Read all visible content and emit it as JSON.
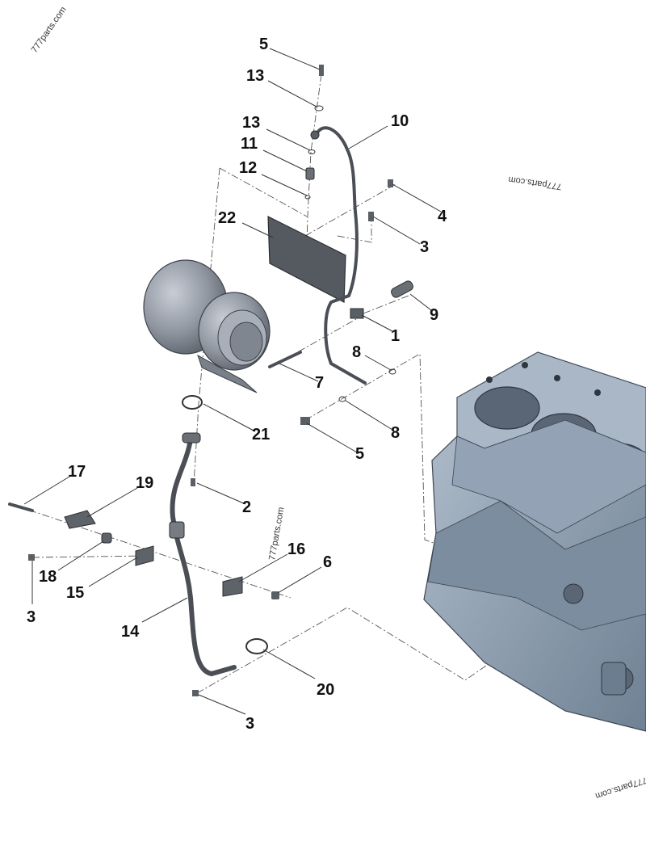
{
  "watermark": "777parts.com",
  "colors": {
    "part_gray": "#8f96a0",
    "part_dark": "#4f545a",
    "block_blue": "#8e9fb2",
    "line": "#333333"
  },
  "callouts": {
    "c5a": "5",
    "c13a": "13",
    "c13b": "13",
    "c10": "10",
    "c11": "11",
    "c12": "12",
    "c4": "4",
    "c22": "22",
    "c3a": "3",
    "c9": "9",
    "c1": "1",
    "c8a": "8",
    "c7": "7",
    "c8b": "8",
    "c21": "21",
    "c5b": "5",
    "c17": "17",
    "c19": "19",
    "c2": "2",
    "c16": "16",
    "c6": "6",
    "c18": "18",
    "c15": "15",
    "c3b": "3",
    "c14": "14",
    "c20": "20",
    "c3c": "3"
  }
}
